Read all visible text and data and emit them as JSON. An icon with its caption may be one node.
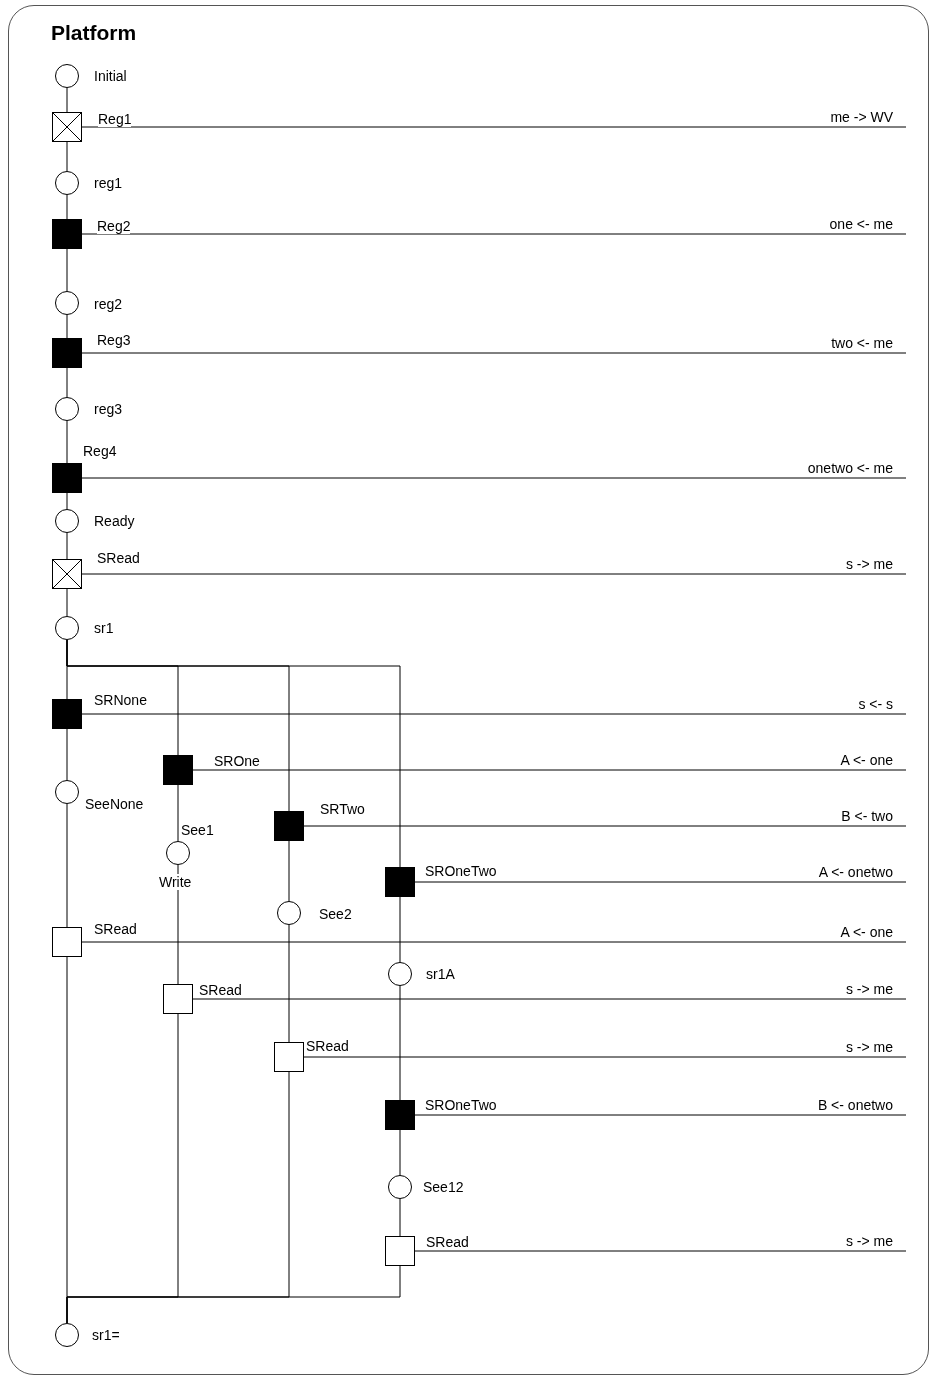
{
  "diagram": {
    "nodes": [
      {
        "text": [
          "Platform"
        ]
      },
      {
        "text": [],
        "shape": "circle",
        "beside": [
          "Initial"
        ],
        "in": 0
      },
      {
        "text": [],
        "shape": "crossed-box",
        "beside": [
          "Reg1"
        ],
        "in": 0
      },
      {
        "text": [],
        "shape": "circle",
        "beside": [
          "reg1"
        ],
        "in": 0
      },
      {
        "text": [],
        "shape": "filled-box",
        "beside": [
          "Reg2"
        ],
        "in": 0
      },
      {
        "text": [],
        "shape": "circle",
        "beside": [
          "reg2"
        ],
        "in": 0
      },
      {
        "text": [],
        "shape": "filled-box",
        "beside": [
          "Reg3"
        ],
        "in": 0
      },
      {
        "text": [],
        "shape": "circle",
        "beside": [
          "reg3"
        ],
        "in": 0
      },
      {
        "text": [],
        "shape": "filled-box",
        "beside": [
          "Reg4"
        ],
        "in": 0
      },
      {
        "text": [],
        "shape": "circle",
        "beside": [
          "Ready"
        ],
        "in": 0
      },
      {
        "text": [],
        "shape": "crossed-box",
        "beside": [
          "SRead"
        ],
        "in": 0
      },
      {
        "text": [],
        "shape": "circle",
        "beside": [
          "sr1"
        ],
        "in": 0
      },
      {
        "text": [],
        "shape": "filled-box",
        "beside": [
          "SRNone"
        ],
        "in": 0
      },
      {
        "text": [],
        "shape": "filled-box",
        "beside": [
          "SROne"
        ],
        "in": 0
      },
      {
        "text": [],
        "shape": "circle",
        "beside": [
          "SeeNone"
        ],
        "in": 0
      },
      {
        "text": [],
        "shape": "filled-box",
        "beside": [
          "SRTwo"
        ],
        "in": 0
      },
      {
        "text": [],
        "shape": "circle",
        "beside": [
          "See1",
          "Write"
        ],
        "in": 0
      },
      {
        "text": [],
        "shape": "filled-box",
        "beside": [
          "SROneTwo"
        ],
        "in": 0
      },
      {
        "text": [],
        "shape": "circle",
        "beside": [
          "See2"
        ],
        "in": 0
      },
      {
        "text": [],
        "shape": "box",
        "beside": [
          "SRead"
        ],
        "in": 0
      },
      {
        "text": [],
        "shape": "circle",
        "beside": [
          "sr1A"
        ],
        "in": 0
      },
      {
        "text": [],
        "shape": "box",
        "beside": [
          "SRead"
        ],
        "in": 0
      },
      {
        "text": [],
        "shape": "box",
        "beside": [
          "SRead"
        ],
        "in": 0
      },
      {
        "text": [],
        "shape": "filled-box",
        "beside": [
          "SROneTwo"
        ],
        "in": 0
      },
      {
        "text": [],
        "shape": "circle",
        "beside": [
          "See12"
        ],
        "in": 0
      },
      {
        "text": [],
        "shape": "box",
        "beside": [
          "SRead"
        ],
        "in": 0
      },
      {
        "text": [],
        "shape": "circle",
        "beside": [
          "sr1="
        ],
        "in": 0
      }
    ],
    "edges": [
      {
        "from": 1,
        "to": 2,
        "arrow": "none"
      },
      {
        "from": 2,
        "to": 3,
        "arrow": "none"
      },
      {
        "from": 3,
        "to": 4,
        "arrow": "none"
      },
      {
        "from": 4,
        "to": 5,
        "arrow": "none"
      },
      {
        "from": 5,
        "to": 6,
        "arrow": "none"
      },
      {
        "from": 6,
        "to": 7,
        "arrow": "none"
      },
      {
        "from": 7,
        "to": 8,
        "arrow": "none"
      },
      {
        "from": 8,
        "to": 9,
        "arrow": "none"
      },
      {
        "from": 9,
        "to": 10,
        "arrow": "none"
      },
      {
        "from": 10,
        "to": 11,
        "arrow": "none"
      },
      {
        "from": 11,
        "to": 12,
        "arrow": "none"
      },
      {
        "from": 11,
        "to": 13,
        "arrow": "none"
      },
      {
        "from": 11,
        "to": 15,
        "arrow": "none"
      },
      {
        "from": 11,
        "to": 17,
        "arrow": "none"
      },
      {
        "from": 12,
        "to": 14,
        "arrow": "none"
      },
      {
        "from": 14,
        "to": 19,
        "arrow": "none"
      },
      {
        "from": 13,
        "to": 16,
        "arrow": "none"
      },
      {
        "from": 16,
        "to": 21,
        "arrow": "none"
      },
      {
        "from": 15,
        "to": 18,
        "arrow": "none"
      },
      {
        "from": 18,
        "to": 22,
        "arrow": "none"
      },
      {
        "from": 17,
        "to": 20,
        "arrow": "none"
      },
      {
        "from": 20,
        "to": 23,
        "arrow": "none"
      },
      {
        "from": 23,
        "to": 24,
        "arrow": "none"
      },
      {
        "from": 24,
        "to": 25,
        "arrow": "none"
      },
      {
        "from": 19,
        "to": 26,
        "arrow": "none"
      },
      {
        "from": 21,
        "to": 26,
        "arrow": "none"
      },
      {
        "from": 22,
        "to": 26,
        "arrow": "none"
      },
      {
        "from": 25,
        "to": 26,
        "arrow": "none"
      },
      {
        "from": 2,
        "to": null,
        "arrow": "none",
        "label": "me -> WV"
      },
      {
        "from": 4,
        "to": null,
        "arrow": "none",
        "label": "one <- me"
      },
      {
        "from": 6,
        "to": null,
        "arrow": "none",
        "label": "two <- me"
      },
      {
        "from": 8,
        "to": null,
        "arrow": "none",
        "label": "onetwo <- me"
      },
      {
        "from": 10,
        "to": null,
        "arrow": "none",
        "label": "s -> me"
      },
      {
        "from": 12,
        "to": null,
        "arrow": "none",
        "label": "s <- s"
      },
      {
        "from": 13,
        "to": null,
        "arrow": "none",
        "label": "A <- one"
      },
      {
        "from": 15,
        "to": null,
        "arrow": "none",
        "label": "B <- two"
      },
      {
        "from": 17,
        "to": null,
        "arrow": "none",
        "label": "A <- onetwo"
      },
      {
        "from": 19,
        "to": null,
        "arrow": "none",
        "label": "A <- one"
      },
      {
        "from": 21,
        "to": null,
        "arrow": "none",
        "label": "s -> me"
      },
      {
        "from": 22,
        "to": null,
        "arrow": "none",
        "label": "s -> me"
      },
      {
        "from": 23,
        "to": null,
        "arrow": "none",
        "label": "B <- onetwo"
      },
      {
        "from": 25,
        "to": null,
        "arrow": "none",
        "label": "s -> me"
      }
    ]
  }
}
